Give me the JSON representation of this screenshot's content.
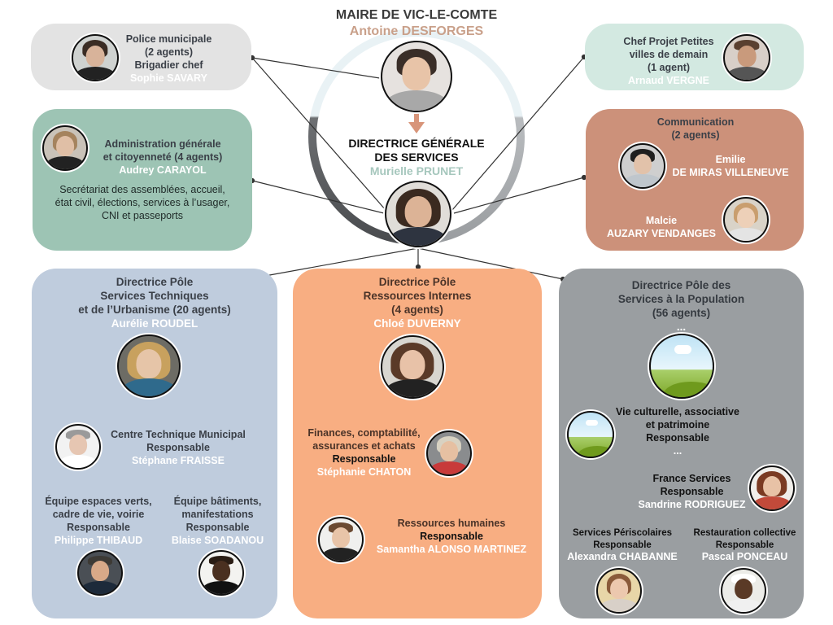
{
  "mayor": {
    "title": "MAIRE DE VIC-LE-COMTE",
    "name": "Antoine DESFORGES"
  },
  "dgs": {
    "title_line1": "DIRECTRICE GÉNÉRALE",
    "title_line2": "DES SERVICES",
    "name": "Murielle PRUNET"
  },
  "police": {
    "line1": "Police municipale",
    "line2": "(2 agents)",
    "line3": "Brigadier chef",
    "name": "Sophie SAVARY"
  },
  "petites_villes": {
    "line1": "Chef Projet Petites",
    "line2": "villes de demain",
    "line3": "(1 agent)",
    "name": "Arnaud VERGNE"
  },
  "administration": {
    "line1": "Administration générale",
    "line2": "et citoyenneté (4 agents)",
    "name": "Audrey CARAYOL",
    "desc1": "Secrétariat des assemblées, accueil,",
    "desc2": "état civil, élections, services à l’usager,",
    "desc3": "CNI et passeports"
  },
  "communication": {
    "line1": "Communication",
    "line2": "(2 agents)",
    "person1_first": "Emilie",
    "person1_last": "DE MIRAS VILLENEUVE",
    "person2_first": "Malcie",
    "person2_last": "AUZARY VENDANGES"
  },
  "pole_technique": {
    "line1": "Directrice Pôle",
    "line2": "Services Techniques",
    "line3": "et de l’Urbanisme (20 agents)",
    "name": "Aurélie ROUDEL",
    "ctm": {
      "line1": "Centre Technique Municipal",
      "role": "Responsable",
      "name": "Stéphane FRAISSE"
    },
    "espaces_verts": {
      "line1": "Équipe espaces verts,",
      "line2": "cadre de vie, voirie",
      "role": "Responsable",
      "name": "Philippe THIBAUD"
    },
    "batiments": {
      "line1": "Équipe bâtiments,",
      "line2": "manifestations",
      "role": "Responsable",
      "name": "Blaise SOADANOU"
    }
  },
  "pole_ressources": {
    "line1": "Directrice Pôle",
    "line2": "Ressources Internes",
    "line3": "(4 agents)",
    "name": "Chloé DUVERNY",
    "finances": {
      "line1": "Finances, comptabilité,",
      "line2": "assurances et achats",
      "role": "Responsable",
      "name": "Stéphanie CHATON"
    },
    "rh": {
      "line1": "Ressources humaines",
      "role": "Responsable",
      "name": "Samantha ALONSO MARTINEZ"
    }
  },
  "pole_population": {
    "line1": "Directrice Pôle des",
    "line2": "Services à la Population",
    "line3": "(56 agents)",
    "name": "...",
    "culture": {
      "line1": "Vie culturelle, associative",
      "line2": "et patrimoine",
      "role": "Responsable",
      "name": "..."
    },
    "france_services": {
      "line1": "France Services",
      "role": "Responsable",
      "name": "Sandrine RODRIGUEZ"
    },
    "periscolaire": {
      "line1": "Services Périscolaires",
      "role": "Responsable",
      "name": "Alexandra CHABANNE"
    },
    "restauration": {
      "line1": "Restauration collective",
      "role": "Responsable",
      "name": "Pascal PONCEAU"
    }
  },
  "colors": {
    "police_bg": "#e3e3e3",
    "petites_villes_bg": "#d3e9e1",
    "administration_bg": "#9dc4b4",
    "communication_bg": "#cc917a",
    "technique_bg": "#bfccdd",
    "ressources_bg": "#f8ae82",
    "population_bg": "#9a9ea1",
    "mayor_name": "#c9a08a",
    "dgs_name": "#a6c7bd",
    "arrow": "#d8957a"
  }
}
